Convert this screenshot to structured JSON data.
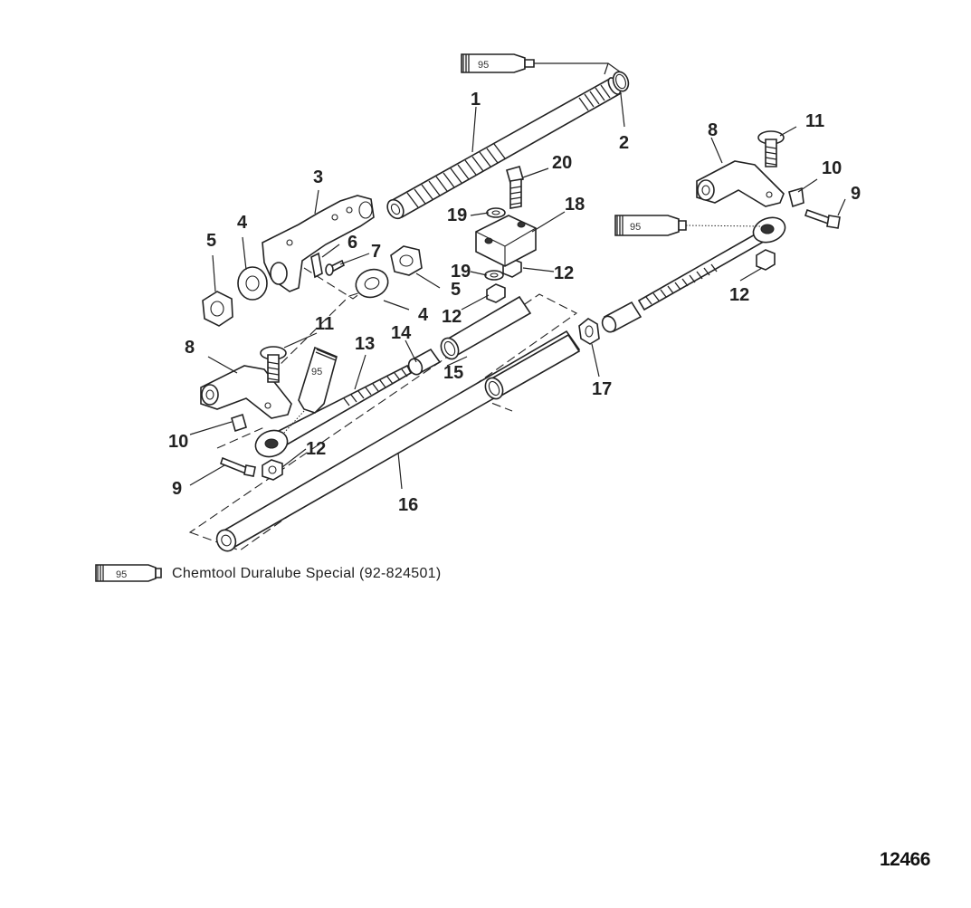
{
  "callouts": [
    "1",
    "2",
    "3",
    "4",
    "4",
    "5",
    "5",
    "6",
    "7",
    "8",
    "8",
    "9",
    "9",
    "10",
    "10",
    "11",
    "11",
    "12",
    "12",
    "12",
    "12",
    "13",
    "14",
    "15",
    "16",
    "17",
    "18",
    "19",
    "19",
    "20"
  ],
  "tube_code": "95",
  "legend": {
    "tube_code": "95",
    "text": "Chemtool Duralube Special (92-824501)"
  },
  "figure_id": "12466"
}
